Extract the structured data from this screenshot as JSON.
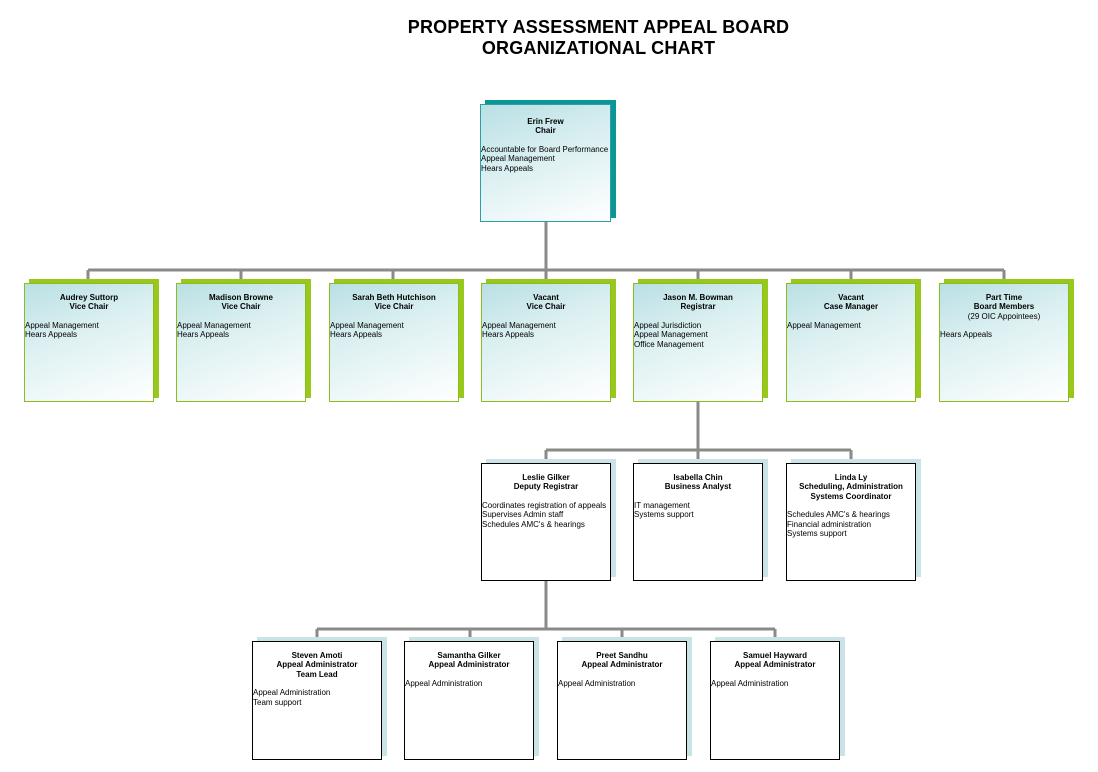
{
  "title": {
    "line1": "PROPERTY ASSESSMENT APPEAL BOARD",
    "line2": "ORGANIZATIONAL CHART"
  },
  "chair": {
    "name": "Erin Frew",
    "role": "Chair",
    "duties": [
      "Accountable for Board Performance",
      "Appeal Management",
      "Hears Appeals"
    ]
  },
  "level2": [
    {
      "name": "Audrey Suttorp",
      "role": "Vice Chair",
      "duties": [
        "Appeal Management",
        "Hears Appeals"
      ]
    },
    {
      "name": "Madison Browne",
      "role": "Vice Chair",
      "duties": [
        "Appeal Management",
        "Hears Appeals"
      ]
    },
    {
      "name": "Sarah Beth Hutchison",
      "role": "Vice Chair",
      "duties": [
        "Appeal Management",
        "Hears Appeals"
      ]
    },
    {
      "name": "Vacant",
      "role": "Vice Chair",
      "duties": [
        "Appeal Management",
        "Hears Appeals"
      ]
    },
    {
      "name": "Jason M. Bowman",
      "role": "Registrar",
      "duties": [
        "Appeal Jurisdiction",
        "Appeal Management",
        "Office Management"
      ]
    },
    {
      "name": "Vacant",
      "role": "Case Manager",
      "duties": [
        "Appeal Management"
      ]
    },
    {
      "name": "Part Time",
      "role": "Board Members",
      "note": "(29 OIC Appointees)",
      "duties": [
        "Hears Appeals"
      ]
    }
  ],
  "level3": [
    {
      "name": "Leslie Gilker",
      "role": "Deputy Registrar",
      "duties": [
        "Coordinates registration of appeals",
        "Supervises Admin staff",
        "Schedules AMC's & hearings"
      ]
    },
    {
      "name": "Isabella Chin",
      "role": "Business Analyst",
      "duties": [
        "IT management",
        "Systems support"
      ]
    },
    {
      "name": "Linda Ly",
      "role": "Scheduling, Administration",
      "role2": "Systems Coordinator",
      "duties": [
        "Schedules AMC's & hearings",
        "Financial administration",
        "Systems support"
      ]
    }
  ],
  "level4": [
    {
      "name": "Steven Amoti",
      "role": "Appeal Administrator",
      "role2": "Team Lead",
      "duties": [
        "Appeal Administration",
        "Team support"
      ]
    },
    {
      "name": "Samantha Gilker",
      "role": "Appeal Administrator",
      "duties": [
        "Appeal Administration"
      ]
    },
    {
      "name": "Preet Sandhu",
      "role": "Appeal Administrator",
      "duties": [
        "Appeal Administration"
      ]
    },
    {
      "name": "Samuel Hayward",
      "role": "Appeal Administrator",
      "duties": [
        "Appeal Administration"
      ]
    }
  ]
}
